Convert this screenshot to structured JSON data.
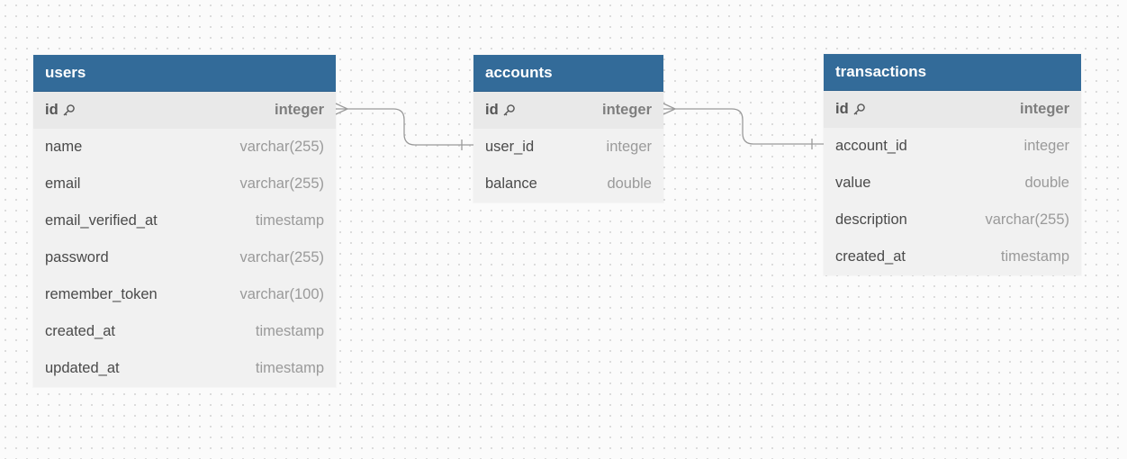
{
  "header_color": "#336b99",
  "tables": [
    {
      "name": "users",
      "columns": [
        {
          "name": "id",
          "type": "integer",
          "pk": true
        },
        {
          "name": "name",
          "type": "varchar(255)"
        },
        {
          "name": "email",
          "type": "varchar(255)"
        },
        {
          "name": "email_verified_at",
          "type": "timestamp"
        },
        {
          "name": "password",
          "type": "varchar(255)"
        },
        {
          "name": "remember_token",
          "type": "varchar(100)"
        },
        {
          "name": "created_at",
          "type": "timestamp"
        },
        {
          "name": "updated_at",
          "type": "timestamp"
        }
      ]
    },
    {
      "name": "accounts",
      "columns": [
        {
          "name": "id",
          "type": "integer",
          "pk": true
        },
        {
          "name": "user_id",
          "type": "integer"
        },
        {
          "name": "balance",
          "type": "double"
        }
      ]
    },
    {
      "name": "transactions",
      "columns": [
        {
          "name": "id",
          "type": "integer",
          "pk": true
        },
        {
          "name": "account_id",
          "type": "integer"
        },
        {
          "name": "value",
          "type": "double"
        },
        {
          "name": "description",
          "type": "varchar(255)"
        },
        {
          "name": "created_at",
          "type": "timestamp"
        }
      ]
    }
  ],
  "relations": [
    {
      "from": "users.id",
      "from_cardinality": "many",
      "to": "accounts.user_id",
      "to_cardinality": "one"
    },
    {
      "from": "accounts.id",
      "from_cardinality": "many",
      "to": "transactions.account_id",
      "to_cardinality": "one"
    }
  ]
}
